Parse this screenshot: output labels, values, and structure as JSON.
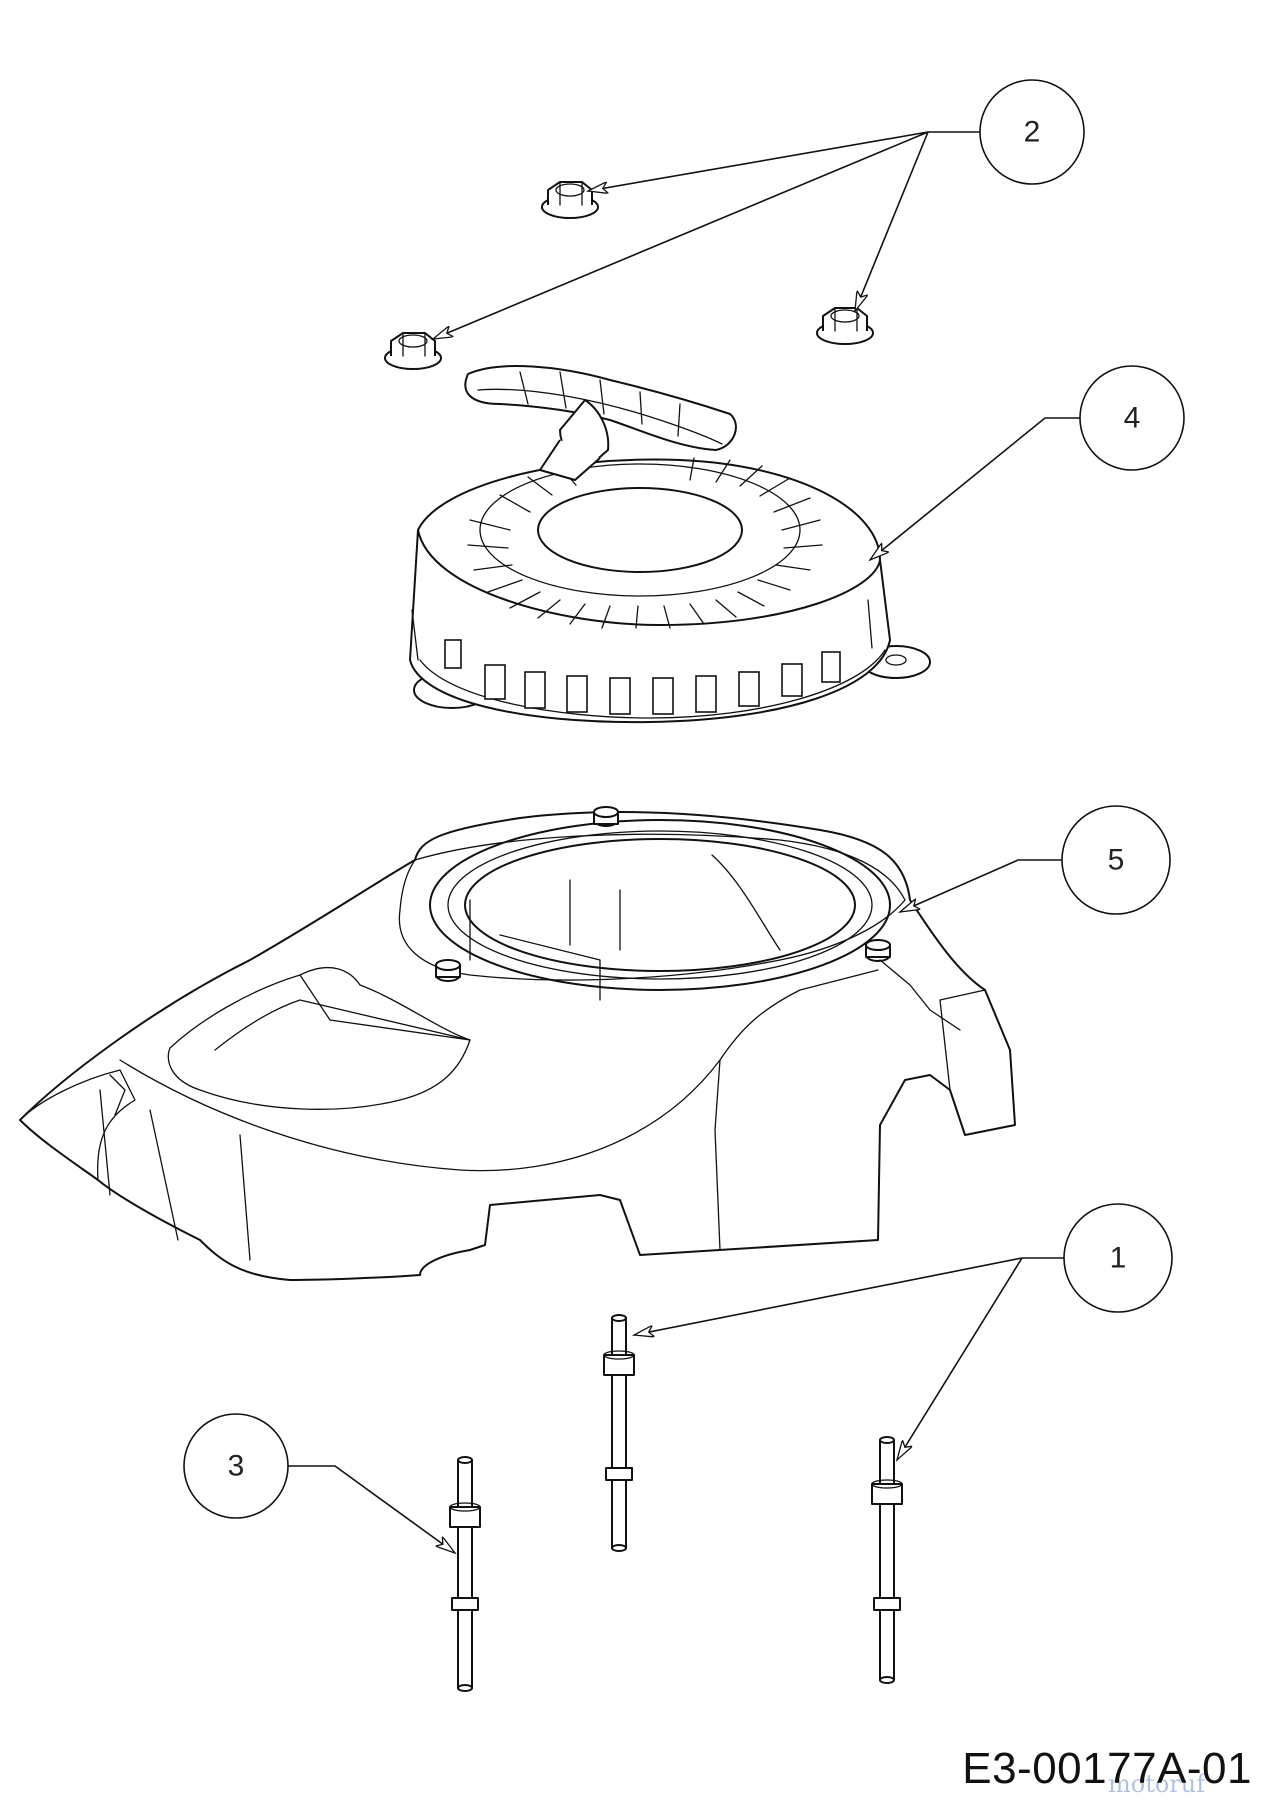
{
  "diagram": {
    "code": "E3-00177A-01",
    "watermark": "motoruf",
    "callouts": [
      {
        "id": "1",
        "label": "1"
      },
      {
        "id": "2",
        "label": "2"
      },
      {
        "id": "3",
        "label": "3"
      },
      {
        "id": "4",
        "label": "4"
      },
      {
        "id": "5",
        "label": "5"
      }
    ]
  }
}
